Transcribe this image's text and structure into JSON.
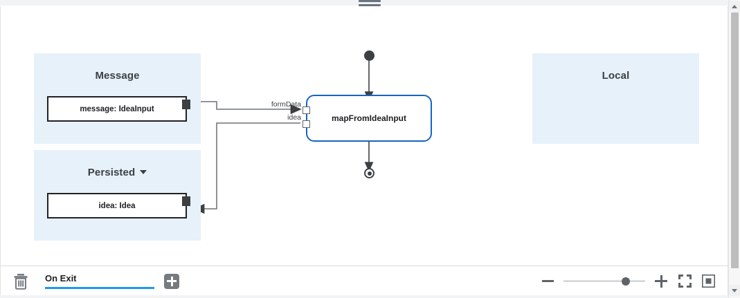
{
  "window": {
    "drag_handle": "drag-handle"
  },
  "canvas": {
    "panels": [
      {
        "name": "message-scope",
        "title": "Message",
        "has_caret": false,
        "variables": [
          {
            "label": "message: IdeaInput"
          }
        ]
      },
      {
        "name": "persisted-scope",
        "title": "Persisted",
        "has_caret": true,
        "variables": [
          {
            "label": "idea: Idea"
          }
        ]
      },
      {
        "name": "local-scope",
        "title": "Local",
        "has_caret": false,
        "variables": []
      }
    ],
    "activity": {
      "label": "mapFromIdeaInput",
      "border_color": "#1565c0",
      "ports": [
        {
          "name": "formData",
          "label": "formData"
        },
        {
          "name": "idea",
          "label": "idea"
        }
      ]
    },
    "markers": {
      "start": "start-node",
      "end": "end-node"
    }
  },
  "toolbar": {
    "delete_icon": "trash-icon",
    "tab": {
      "label": "On Exit",
      "underline_color": "#2196f3"
    },
    "add_icon": "plus-icon",
    "zoom": {
      "minus_icon": "zoom-out-icon",
      "plus_icon": "zoom-in-icon",
      "slider_value": 71,
      "fullscreen_icon": "fullscreen-icon",
      "fit_icon": "fit-to-screen-icon"
    }
  },
  "scrollbar": {
    "up_arrow": "scroll-up-arrow",
    "down_arrow": "scroll-down-arrow",
    "thumb": "scroll-thumb"
  }
}
